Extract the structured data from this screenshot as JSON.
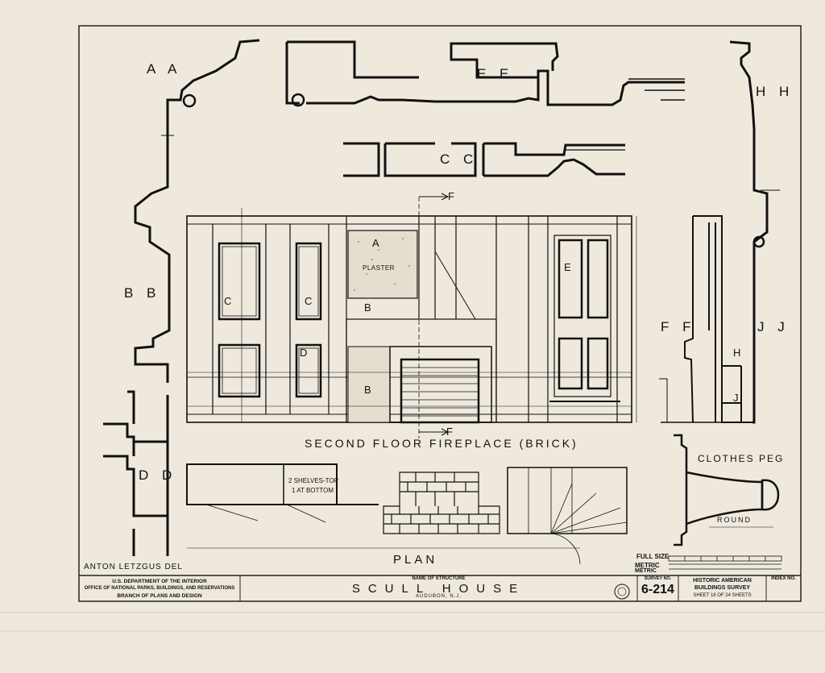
{
  "section_labels": {
    "aa": "A A",
    "ee": "E E",
    "cc": "C C",
    "hh": "H H",
    "bb": "B B",
    "ff": "F F",
    "jj": "J J",
    "dd": "D D"
  },
  "elevation_letters": {
    "a": "A",
    "b1": "B",
    "b2": "B",
    "c1": "C",
    "c2": "C",
    "d": "D",
    "e": "E",
    "f_top": "F",
    "f_bottom": "F",
    "h": "H",
    "j": "J",
    "plaster": "PLASTER"
  },
  "titles": {
    "elevation": "SECOND FLOOR FIREPLACE (BRICK)",
    "plan": "PLAN",
    "clothes_peg": "CLOTHES PEG",
    "round": "ROUND",
    "shelves_top": "2 SHELVES-TOP",
    "shelves_bottom": "1 AT BOTTOM",
    "delineator": "ANTON   LETZGUS   DEL"
  },
  "scale_bar": {
    "full_size": "FULL SIZE",
    "metric1": "METRIC",
    "metric2": "METRIC"
  },
  "title_block": {
    "dept_line1": "U.S. DEPARTMENT OF THE INTERIOR",
    "dept_line2": "OFFICE OF NATIONAL PARKS, BUILDINGS, AND RESERVATIONS",
    "dept_line3": "BRANCH OF PLANS AND DESIGN",
    "name_label": "NAME OF STRUCTURE",
    "structure_name": "SCULL  HOUSE",
    "location": "AUDUBON,   N.J.",
    "survey_label": "SURVEY NO.",
    "survey_no": "6-214",
    "habs_line1": "HISTORIC AMERICAN",
    "habs_line2": "BUILDINGS SURVEY",
    "sheet_text": "SHEET  18  OF  24  SHEETS",
    "index_label": "INDEX NO."
  }
}
